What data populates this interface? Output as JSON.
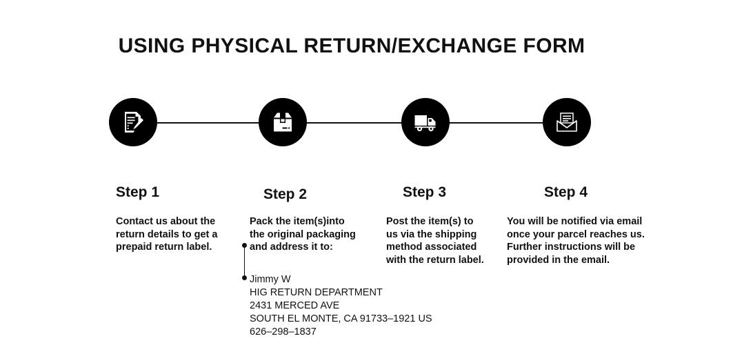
{
  "page": {
    "title": "USING PHYSICAL RETURN/EXCHANGE FORM",
    "background_color": "#ffffff",
    "accent_color": "#000000",
    "text_color": "#111111"
  },
  "flow": {
    "connector_color": "#111111",
    "node_color": "#000000",
    "icon_color": "#ffffff"
  },
  "steps": [
    {
      "icon": "document-pencil-icon",
      "heading": "Step 1",
      "body_lines": [
        "Contact us about the",
        "return details to get a",
        "prepaid return label."
      ]
    },
    {
      "icon": "package-box-icon",
      "heading": "Step 2",
      "body_lines": [
        "Pack the item(s)into",
        "the original packaging",
        "and address it to:"
      ]
    },
    {
      "icon": "delivery-truck-icon",
      "heading": "Step 3",
      "body_lines": [
        "Post the item(s) to",
        "us via the shipping",
        "method associated",
        "with the return label."
      ]
    },
    {
      "icon": "open-envelope-icon",
      "heading": "Step 4",
      "body_lines": [
        "You will be notified via email",
        "once your parcel reaches us.",
        "Further instructions will be",
        "provided in the email."
      ]
    }
  ],
  "return_address": {
    "lines": [
      "Jimmy W",
      "HIG RETURN DEPARTMENT",
      "2431 MERCED AVE",
      "SOUTH EL MONTE, CA 91733–1921 US",
      "626–298–1837"
    ]
  }
}
